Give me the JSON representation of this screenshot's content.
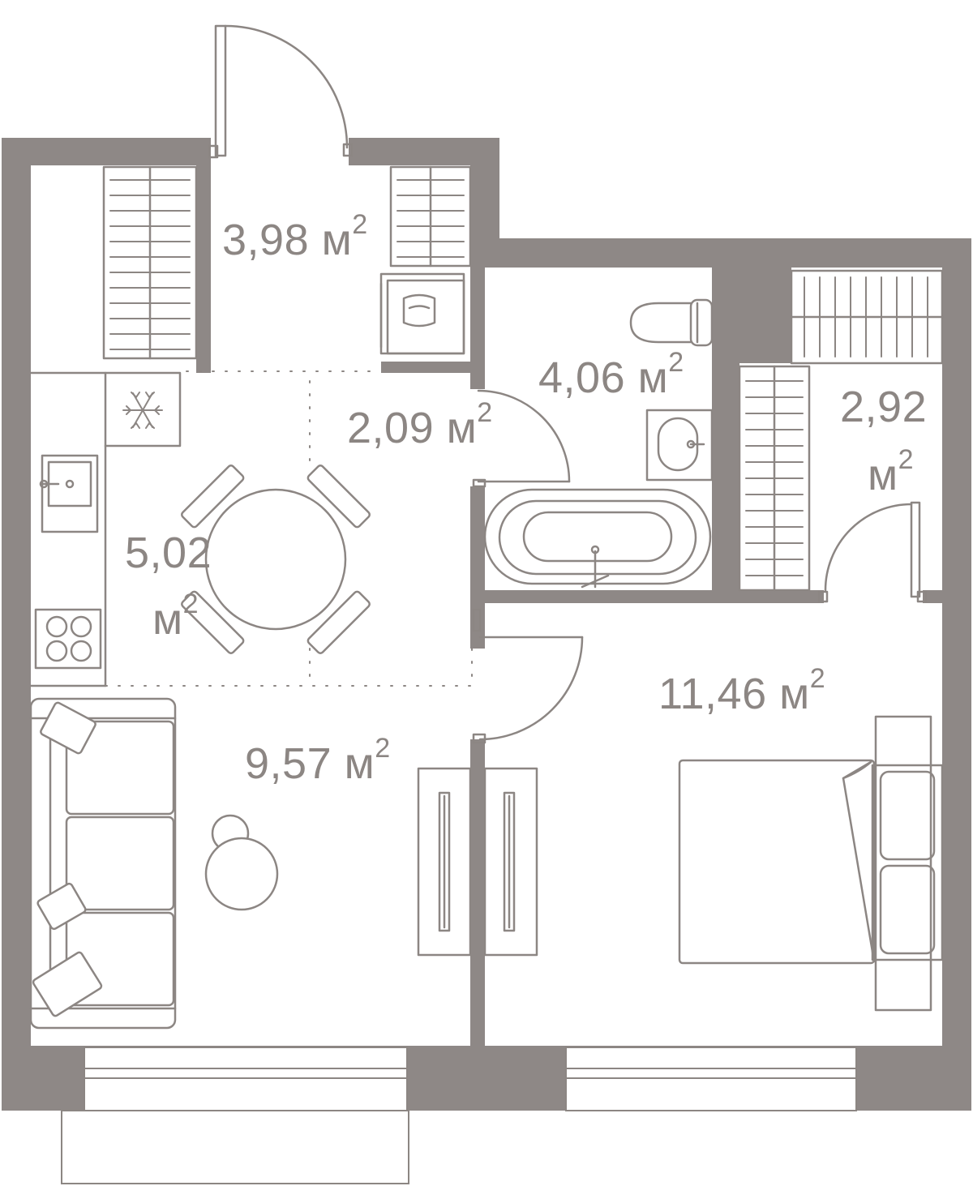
{
  "plan": {
    "wall_color": "#8e8886",
    "line_color": "#8c8683",
    "background": "#ffffff",
    "unit": "м",
    "unit_power": "2",
    "rooms": [
      {
        "id": "hallway",
        "area": "3,98"
      },
      {
        "id": "bathroom",
        "area": "4,06"
      },
      {
        "id": "corridor",
        "area": "2,09"
      },
      {
        "id": "wardrobe",
        "area": "2,92"
      },
      {
        "id": "kitchen",
        "area": "5,02"
      },
      {
        "id": "living",
        "area": "9,57"
      },
      {
        "id": "bedroom",
        "area": "11,46"
      }
    ],
    "icons": [
      "entrance-door-icon",
      "wardrobe-icon",
      "washing-machine-icon",
      "toilet-icon",
      "sink-icon",
      "bathtub-icon",
      "fridge-snowflake-icon",
      "kitchen-sink-icon",
      "stove-icon",
      "dining-table-icon",
      "sofa-icon",
      "pillow-icon",
      "pouf-icon",
      "tv-stand-icon",
      "bed-icon",
      "door-icon",
      "window-icon",
      "balcony-icon"
    ]
  }
}
